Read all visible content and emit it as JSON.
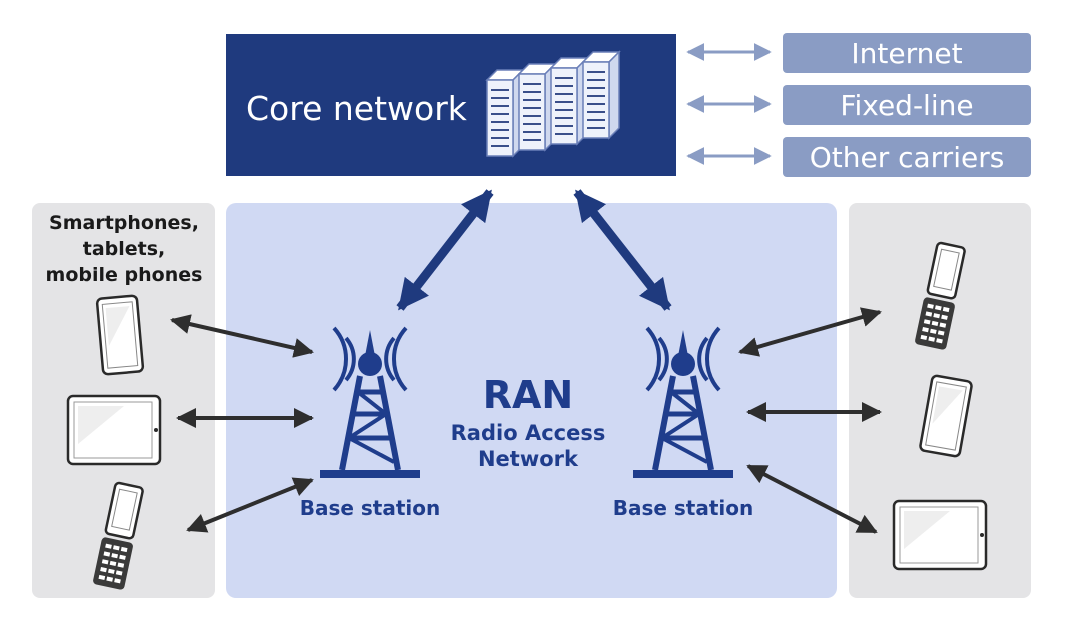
{
  "core": {
    "label": "Core network"
  },
  "external": [
    "Internet",
    "Fixed-line",
    "Other carriers"
  ],
  "devices_label": [
    "Smartphones,",
    "tablets,",
    "mobile phones"
  ],
  "ran": {
    "title": "RAN",
    "subtitle_line1": "Radio Access",
    "subtitle_line2": "Network"
  },
  "base_stations": [
    "Base station",
    "Base station"
  ],
  "colors": {
    "core_fill": "#1f3a7e",
    "ran_fill": "#d0d9f3",
    "external_fill": "#8a9cc4",
    "device_panel": "#e4e4e6",
    "tower": "#1f3d8c",
    "arrow_dark": "#2e2e2e",
    "arrow_light": "#8a9cc4"
  },
  "icons": [
    "server-rack-icon",
    "antenna-tower-icon",
    "smartphone-icon",
    "tablet-icon",
    "flip-phone-icon"
  ]
}
